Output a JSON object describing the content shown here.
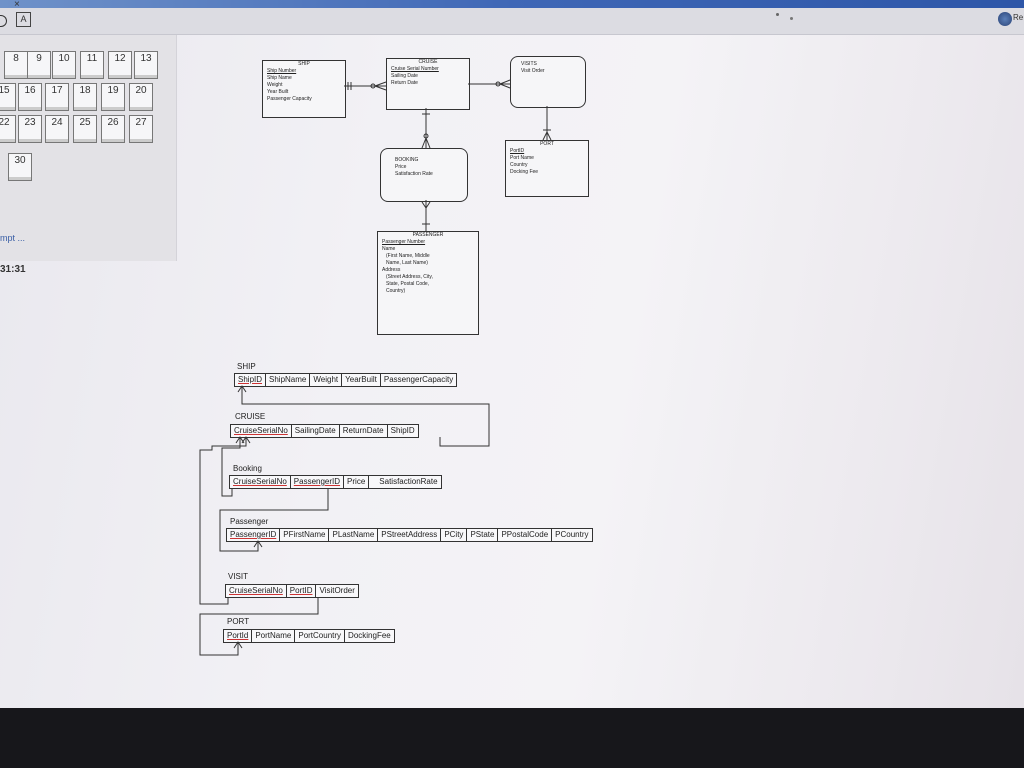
{
  "browser": {
    "close_glyph": "×",
    "profile_label": "Re"
  },
  "quiz_nav": {
    "rows": [
      [
        "8",
        "9",
        "10",
        "11",
        "12",
        "13"
      ],
      [
        "15",
        "16",
        "17",
        "18",
        "19",
        "20"
      ],
      [
        "22",
        "23",
        "24",
        "25",
        "26",
        "27"
      ],
      [
        "30"
      ]
    ],
    "attempt_link": "mpt ...",
    "timer": "31:31"
  },
  "er": {
    "ship": {
      "title": "SHIP",
      "pk": "Ship Number",
      "attrs": [
        "Ship Name",
        "Weight",
        "Year Built",
        "Passenger Capacity"
      ]
    },
    "cruise": {
      "title": "CRUISE",
      "pk": "Cruise Serial Number",
      "attrs": [
        "Sailing Date",
        "Return Date"
      ]
    },
    "visits": {
      "title": "VISITS",
      "attrs": [
        "Visit Order"
      ]
    },
    "booking": {
      "title": "BOOKING",
      "attrs": [
        "Price",
        "Satisfaction Rate"
      ]
    },
    "port": {
      "title": "PORT",
      "pk": "PortID",
      "attrs": [
        "Port Name",
        "Country",
        "Docking Fee"
      ]
    },
    "passenger": {
      "title": "PASSENGER",
      "pk": "Passenger Number",
      "attrs": [
        "Name",
        "(First Name, Middle",
        "Name, Last Name)",
        "Address",
        "(Street Address, City,",
        "State, Postal Code,",
        "Country)"
      ]
    }
  },
  "schema": {
    "ship": {
      "title": "SHIP",
      "cols": [
        "ShipID",
        "ShipName",
        "Weight",
        "YearBuilt",
        "PassengerCapacity"
      ]
    },
    "cruise": {
      "title": "CRUISE",
      "cols": [
        "CruiseSerialNo",
        "SailingDate",
        "ReturnDate",
        "ShipID"
      ]
    },
    "booking": {
      "title": "Booking",
      "cols": [
        "CruiseSerialNo",
        "PassengerID",
        "Price",
        "SatisfactionRate"
      ]
    },
    "passenger": {
      "title": "Passenger",
      "cols": [
        "PassengerID",
        "PFirstName",
        "PLastName",
        "PStreetAddress",
        "PCity",
        "PState",
        "PPostalCode",
        "PCountry"
      ]
    },
    "visit": {
      "title": "VISIT",
      "cols": [
        "CruiseSerialNo",
        "PortID",
        "VisitOrder"
      ]
    },
    "port": {
      "title": "PORT",
      "cols": [
        "PortId",
        "PortName",
        "PortCountry",
        "DockingFee"
      ]
    }
  }
}
